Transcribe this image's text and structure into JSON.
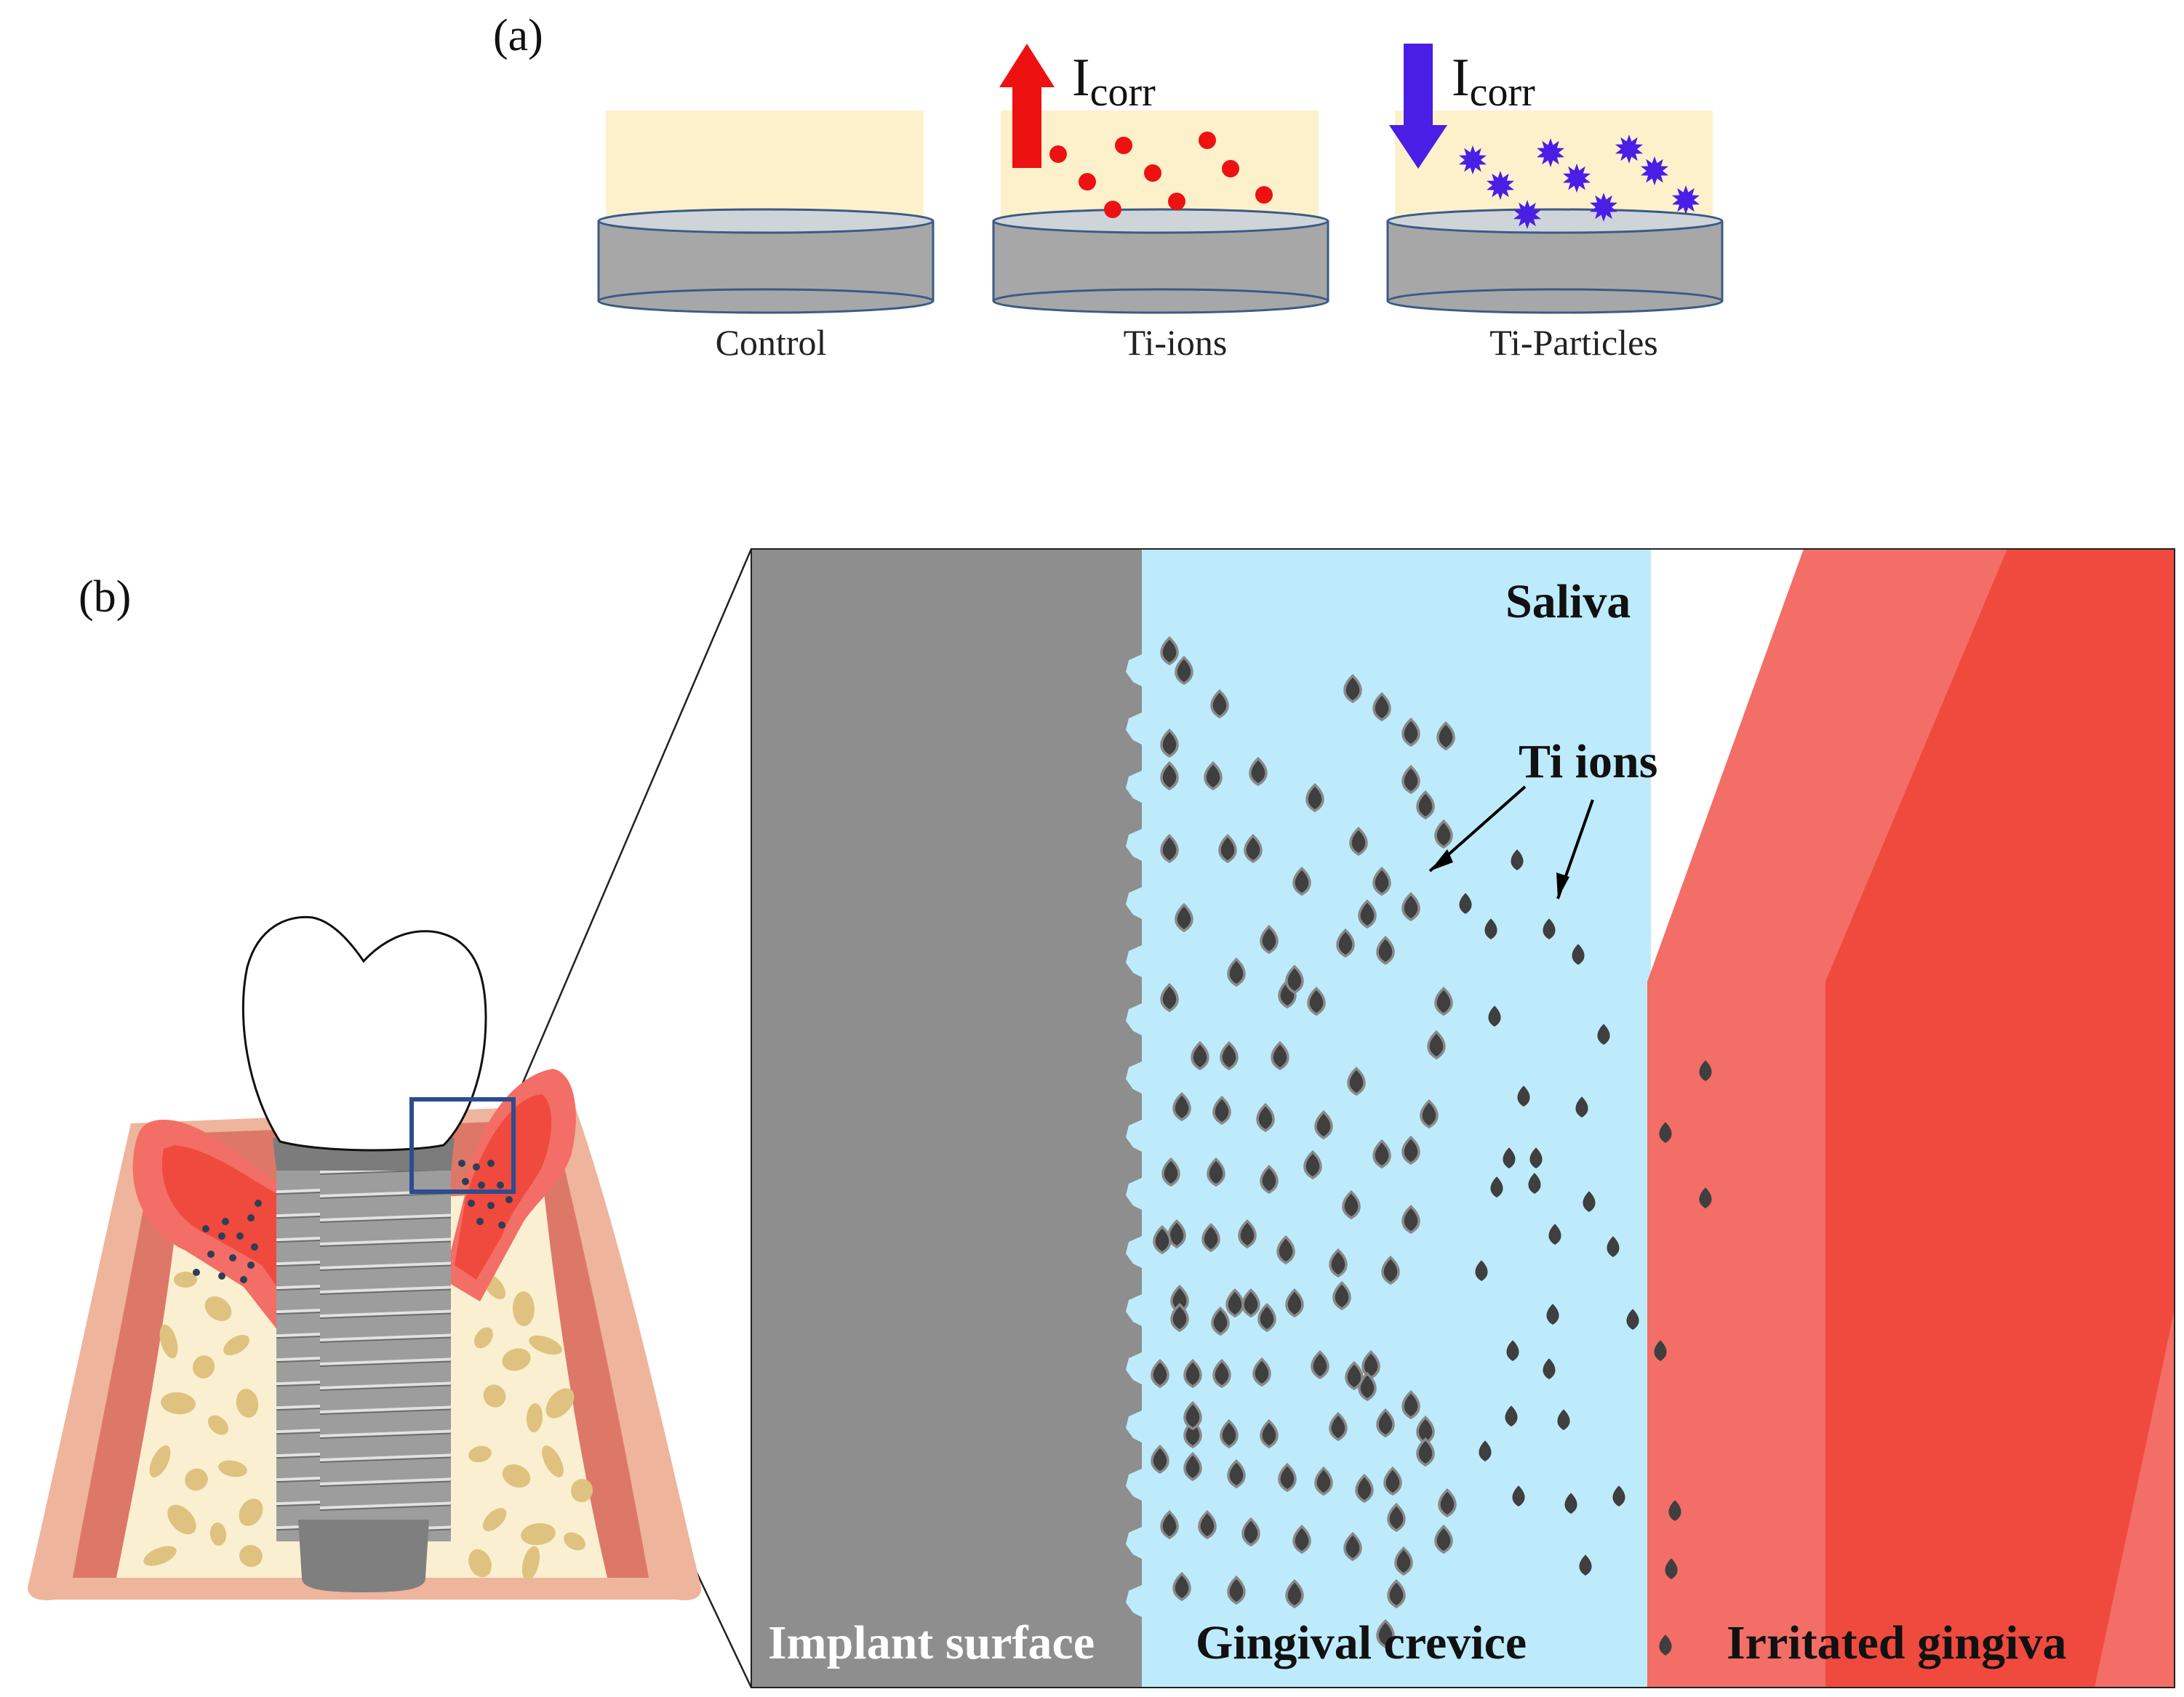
{
  "panel_a": {
    "label": "(a)",
    "samples": [
      {
        "name": "Control"
      },
      {
        "name": "Ti-ions",
        "current_symbol": "I",
        "current_subscript": "corr",
        "current_direction": "up",
        "arrow_color": "#ee1111",
        "particle_color": "#ee1111"
      },
      {
        "name": "Ti-Particles",
        "current_symbol": "I",
        "current_subscript": "corr",
        "current_direction": "down",
        "arrow_color": "#4b1ee6",
        "particle_color": "#4b1ee6"
      }
    ],
    "colors": {
      "medium": "#fdf1cc",
      "disc_side": "#a7a7a7",
      "disc_top": "#cfd4d8",
      "disc_edge": "#3b5b86"
    }
  },
  "panel_b": {
    "label": "(b)",
    "regions": {
      "implant_surface": "Implant surface",
      "gingival_crevice": "Gingival crevice",
      "irritated_gingiva": "Irritated gingiva",
      "saliva": "Saliva"
    },
    "ions_label": "Ti ions",
    "colors": {
      "implant": "#8e8e8e",
      "saliva": "#bdebfb",
      "gingiva_light": "#f36e66",
      "gingiva_dark": "#f04a3e",
      "ion": "#3f3f3f",
      "bone": "#faf0d1",
      "bone_spot": "#dfc27f",
      "magnifier_box": "#2e4c8f"
    }
  }
}
